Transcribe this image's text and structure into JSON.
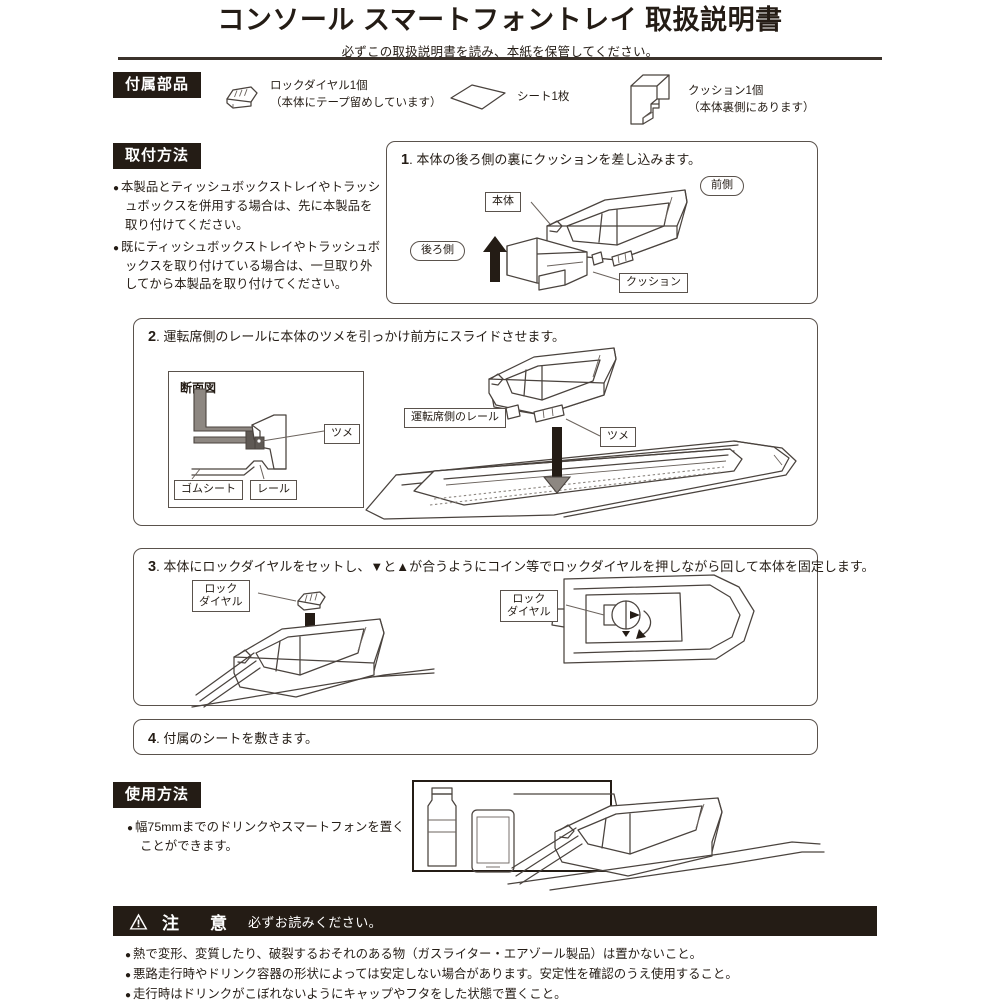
{
  "document": {
    "title": "コンソール スマートフォントレイ 取扱説明書",
    "subtitle": "必ずこの取扱説明書を読み、本紙を保管してください。"
  },
  "parts_section": {
    "badge": "付属部品",
    "items": [
      {
        "icon": "lock-dial-icon",
        "line1": "ロックダイヤル1個",
        "line2": "（本体にテープ留めしています）"
      },
      {
        "icon": "sheet-icon",
        "line1": "シート1枚",
        "line2": ""
      },
      {
        "icon": "cushion-icon",
        "line1": "クッション1個",
        "line2": "（本体裏側にあります）"
      }
    ]
  },
  "install_section": {
    "badge": "取付方法",
    "notes": [
      "本製品とティッシュボックストレイやトラッシュボックスを併用する場合は、先に本製品を取り付けてください。",
      "既にティッシュボックストレイやトラッシュボックスを取り付けている場合は、一旦取り外してから本製品を取り付けてください。"
    ]
  },
  "steps": [
    {
      "num": "1",
      "text": "本体の後ろ側の裏にクッションを差し込みます。",
      "callouts": {
        "body": "本体",
        "front": "前側",
        "rear": "後ろ側",
        "cushion": "クッション"
      }
    },
    {
      "num": "2",
      "text": "運転席側のレールに本体のツメを引っかけ前方にスライドさせます。",
      "callouts": {
        "section_view": "断面図",
        "claw": "ツメ",
        "rubber_sheet": "ゴムシート",
        "rail": "レール",
        "driver_rail": "運転席側のレール",
        "claw2": "ツメ"
      }
    },
    {
      "num": "3",
      "text": "本体にロックダイヤルをセットし、▼と▲が合うようにコイン等でロックダイヤルを押しながら回して本体を固定します。",
      "callouts": {
        "lock_dial_left": "ロック\nダイヤル",
        "lock_dial_right": "ロック\nダイヤル"
      }
    },
    {
      "num": "4",
      "text": "付属のシートを敷きます。",
      "callouts": {}
    }
  ],
  "usage_section": {
    "badge": "使用方法",
    "notes": [
      "幅75mmまでのドリンクやスマートフォンを置くことができます。"
    ]
  },
  "caution_section": {
    "icon": "warning-triangle-icon",
    "title": "注　意",
    "subtitle": "必ずお読みください。",
    "items": [
      "熱で変形、変質したり、破裂するおそれのある物（ガスライター・エアゾール製品）は置かないこと。",
      "悪路走行時やドリンク容器の形状によっては安定しない場合があります。安定性を確認のうえ使用すること。",
      "走行時はドリンクがこぼれないようにキャップやフタをした状態で置くこと。"
    ]
  },
  "colors": {
    "ink": "#241c15",
    "line": "#4a433e",
    "rule": "#3b322b",
    "paper": "#ffffff"
  }
}
